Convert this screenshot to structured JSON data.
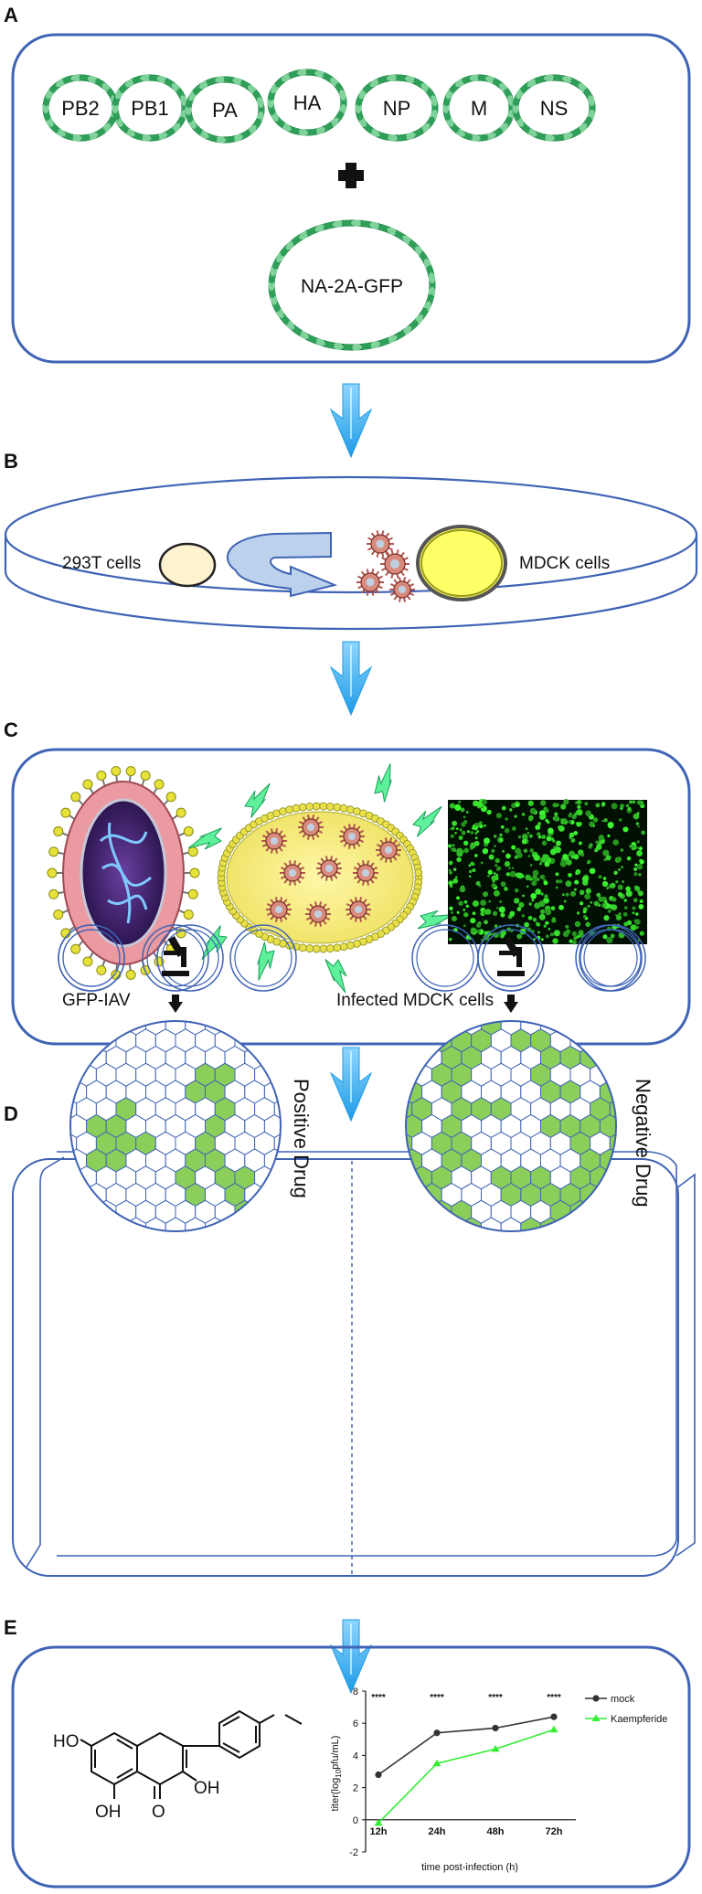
{
  "panels": {
    "a": {
      "label": "A",
      "segments": [
        "PB2",
        "PB1",
        "PA",
        "HA",
        "NP",
        "M",
        "NS"
      ],
      "plus_icon": "plus-icon",
      "reporter": "NA-2A-GFP"
    },
    "b": {
      "label": "B",
      "cell_left": "293T cells",
      "cell_right": "MDCK cells"
    },
    "c": {
      "label": "C",
      "virus_caption": "GFP-IAV",
      "cell_caption": "Infected MDCK cells"
    },
    "d": {
      "label": "D",
      "left_drug": "Positive Drug",
      "right_drug": "Negative Drug",
      "icon": "microscope-icon"
    },
    "e": {
      "label": "E",
      "compound_labels": [
        "HO",
        "OH",
        "OH",
        "O"
      ]
    }
  },
  "colors": {
    "frame": "#3f63b5",
    "plasmid": "#2e9e58",
    "arrow": "#35aef0",
    "gfp": "#1ec31e",
    "hex_fill": "#8bcf5a",
    "mock": "#333333",
    "kaempferide": "#33ee33"
  },
  "chart_data": {
    "type": "line",
    "categories": [
      "12h",
      "24h",
      "48h",
      "72h"
    ],
    "series": [
      {
        "name": "mock",
        "values": [
          2.8,
          5.4,
          5.7,
          6.4
        ]
      },
      {
        "name": "Kaempferide",
        "values": [
          -0.2,
          3.5,
          4.4,
          5.6
        ]
      }
    ],
    "significance": [
      "****",
      "****",
      "****",
      "****"
    ],
    "xlabel": "time post-infection (h)",
    "ylabel_parts": [
      "titer(log",
      "10",
      "pfu/mL)"
    ],
    "yticks": [
      "-2",
      "0",
      "2",
      "4",
      "6",
      "8"
    ],
    "ylim": [
      -2,
      8
    ],
    "legend_position": "top-right",
    "grid": false
  }
}
